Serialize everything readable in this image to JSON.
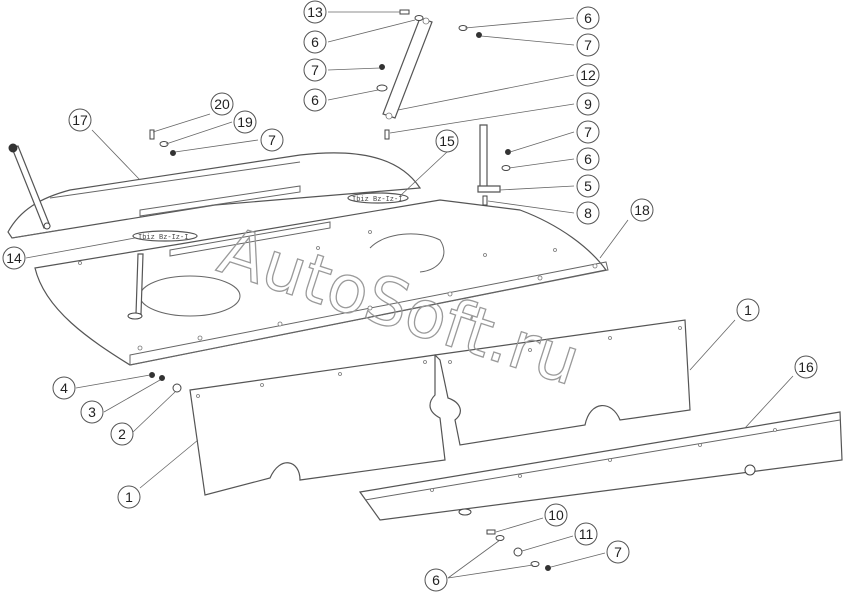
{
  "watermark": "AutoSoft.ru",
  "decals": [
    "Ibiz Bz-Iz-I",
    "Ibiz Bz-Iz-I"
  ],
  "callouts": [
    {
      "id": "c13",
      "label": "13"
    },
    {
      "id": "c6a",
      "label": "6"
    },
    {
      "id": "c7a",
      "label": "7"
    },
    {
      "id": "c6b",
      "label": "6"
    },
    {
      "id": "c6c",
      "label": "6"
    },
    {
      "id": "c7b",
      "label": "7"
    },
    {
      "id": "c12",
      "label": "12"
    },
    {
      "id": "c9",
      "label": "9"
    },
    {
      "id": "c20",
      "label": "20"
    },
    {
      "id": "c17",
      "label": "17"
    },
    {
      "id": "c19",
      "label": "19"
    },
    {
      "id": "c7c",
      "label": "7"
    },
    {
      "id": "c15",
      "label": "15"
    },
    {
      "id": "c7d",
      "label": "7"
    },
    {
      "id": "c6d",
      "label": "6"
    },
    {
      "id": "c5",
      "label": "5"
    },
    {
      "id": "c8",
      "label": "8"
    },
    {
      "id": "c18",
      "label": "18"
    },
    {
      "id": "c14",
      "label": "14"
    },
    {
      "id": "c1a",
      "label": "1"
    },
    {
      "id": "c16",
      "label": "16"
    },
    {
      "id": "c4",
      "label": "4"
    },
    {
      "id": "c3",
      "label": "3"
    },
    {
      "id": "c2",
      "label": "2"
    },
    {
      "id": "c1b",
      "label": "1"
    },
    {
      "id": "c10",
      "label": "10"
    },
    {
      "id": "c11",
      "label": "11"
    },
    {
      "id": "c7e",
      "label": "7"
    },
    {
      "id": "c6e",
      "label": "6"
    }
  ]
}
